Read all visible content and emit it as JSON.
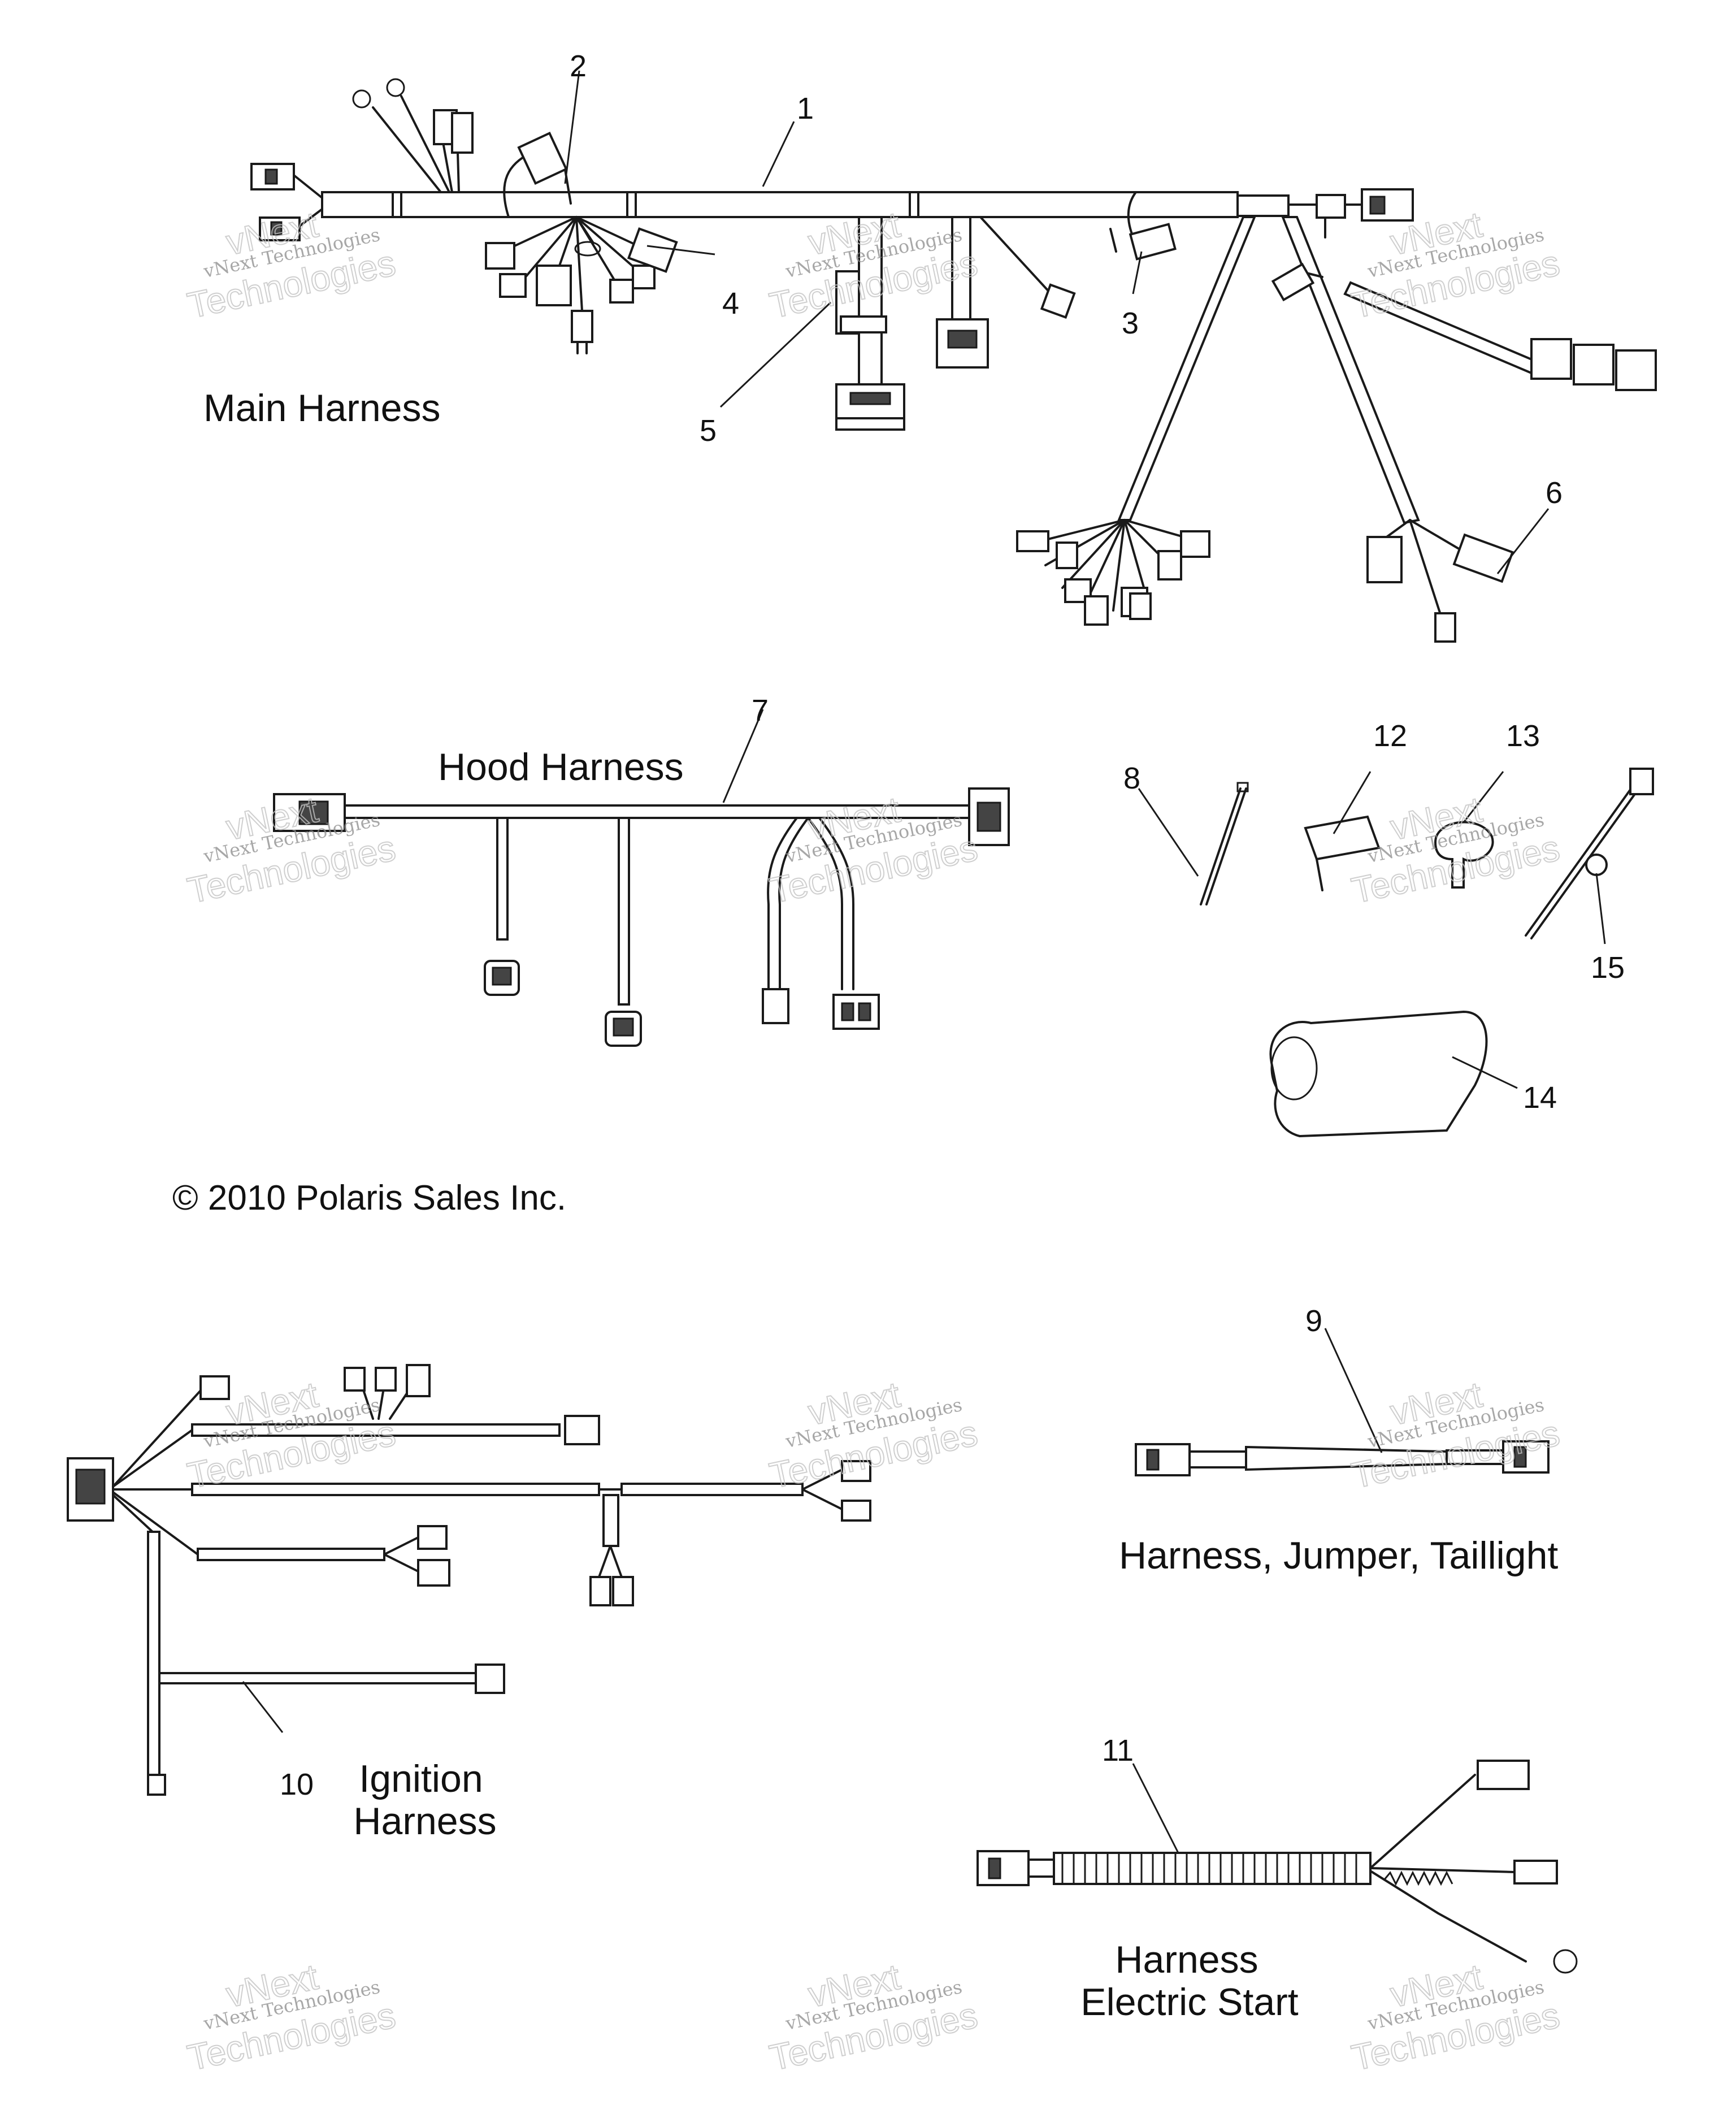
{
  "callouts": {
    "c1": "1",
    "c2": "2",
    "c3": "3",
    "c4": "4",
    "c5": "5",
    "c6": "6",
    "c7": "7",
    "c8": "8",
    "c9": "9",
    "c10": "10",
    "c11": "11",
    "c12": "12",
    "c13": "13",
    "c14": "14",
    "c15": "15"
  },
  "titles": {
    "main_harness": "Main Harness",
    "hood_harness": "Hood Harness",
    "taillight_jumper": "Harness, Jumper, Taillight",
    "ignition_line1": "Ignition",
    "ignition_line2": "Harness",
    "electric_start_line1": "Harness",
    "electric_start_line2": "Electric Start"
  },
  "copyright": "© 2010 Polaris Sales Inc.",
  "watermark": {
    "line1": "vNext Technologies",
    "overlay1": "vNext",
    "overlay2": "Technologies"
  }
}
